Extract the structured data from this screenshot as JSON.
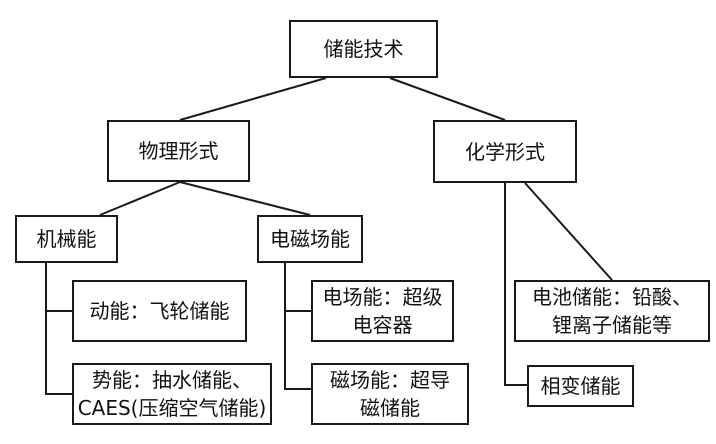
{
  "root": {
    "label": "储能技术"
  },
  "physical": {
    "label": "物理形式",
    "mechanical": {
      "label": "机械能",
      "kinetic": "动能：飞轮储能",
      "potential": [
        "势能：抽水储能、",
        "CAES(压缩空气储能)"
      ]
    },
    "electromagnetic": {
      "label": "电磁场能",
      "electric_field": [
        "电场能：超级",
        "电容器"
      ],
      "magnetic_field": [
        "磁场能：超导",
        "磁储能"
      ]
    }
  },
  "chemical": {
    "label": "化学形式",
    "battery": [
      "电池储能：铅酸、",
      "锂离子储能等"
    ],
    "phase_change": "相变储能"
  }
}
